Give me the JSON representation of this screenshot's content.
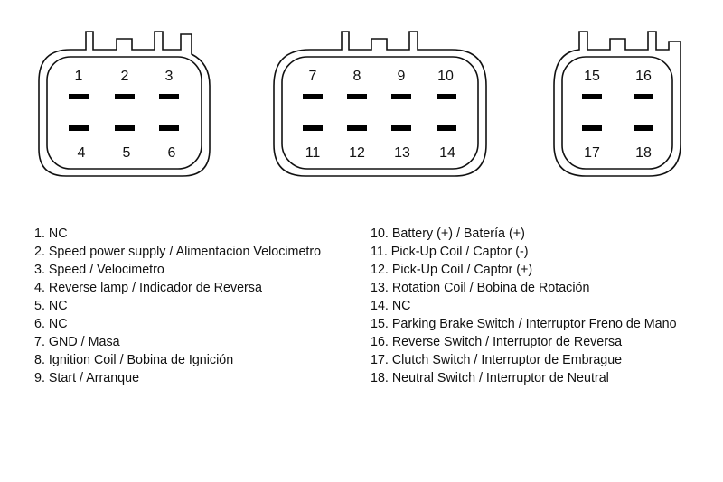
{
  "connectors": [
    {
      "pins": {
        "top": [
          "1",
          "2",
          "3"
        ],
        "bottom": [
          "4",
          "5",
          "6"
        ]
      }
    },
    {
      "pins": {
        "top": [
          "7",
          "8",
          "9",
          "10"
        ],
        "bottom": [
          "11",
          "12",
          "13",
          "14"
        ]
      }
    },
    {
      "pins": {
        "top": [
          "15",
          "16"
        ],
        "bottom": [
          "17",
          "18"
        ]
      }
    }
  ],
  "legend": {
    "left": [
      "1. NC",
      "2. Speed power supply / Alimentacion Velocimetro",
      "3. Speed / Velocimetro",
      "4. Reverse lamp / Indicador de Reversa",
      "5. NC",
      "6. NC",
      "7. GND / Masa",
      "8. Ignition Coil / Bobina de Ignición",
      "9. Start / Arranque"
    ],
    "right": [
      "10. Battery (+) / Batería (+)",
      "11. Pick-Up Coil / Captor (-)",
      "12. Pick-Up Coil / Captor (+)",
      "13. Rotation Coil / Bobina de Rotación",
      "14. NC",
      "15. Parking Brake Switch / Interruptor Freno de Mano",
      "16. Reverse Switch / Interruptor de Reversa",
      "17. Clutch Switch / Interruptor de Embrague",
      "18. Neutral Switch / Interruptor de Neutral"
    ]
  }
}
